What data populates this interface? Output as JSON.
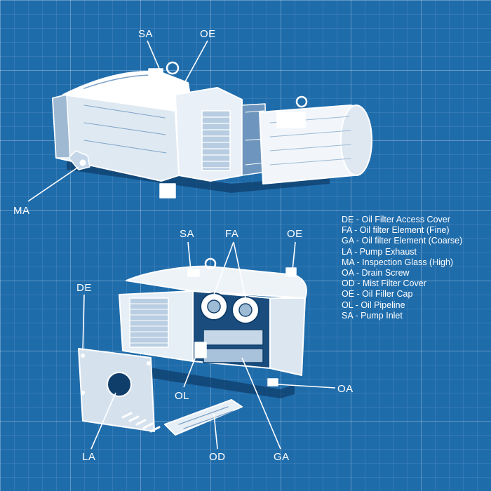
{
  "callouts": {
    "top_sa": "SA",
    "top_oe": "OE",
    "top_ma": "MA",
    "bottom_sa": "SA",
    "bottom_fa": "FA",
    "bottom_oe": "OE",
    "bottom_de": "DE",
    "bottom_ol": "OL",
    "bottom_oa": "OA",
    "bottom_la": "LA",
    "bottom_od": "OD",
    "bottom_ga": "GA"
  },
  "legend": [
    "DE - Oil Filter Access Cover",
    "FA - Oil filter Element (Fine)",
    "GA - Oil filter Element (Coarse)",
    "LA - Pump Exhaust",
    "MA - Inspection Glass (High)",
    "OA - Drain Screw",
    "OD - Mist Filter Cover",
    "OE - Oil Filler Cap",
    "OL - Oil Pipeline",
    "SA - Pump Inlet"
  ],
  "colors": {
    "background": "#1f6cab",
    "grid": "#ffffff",
    "line_art": "#ffffff"
  }
}
